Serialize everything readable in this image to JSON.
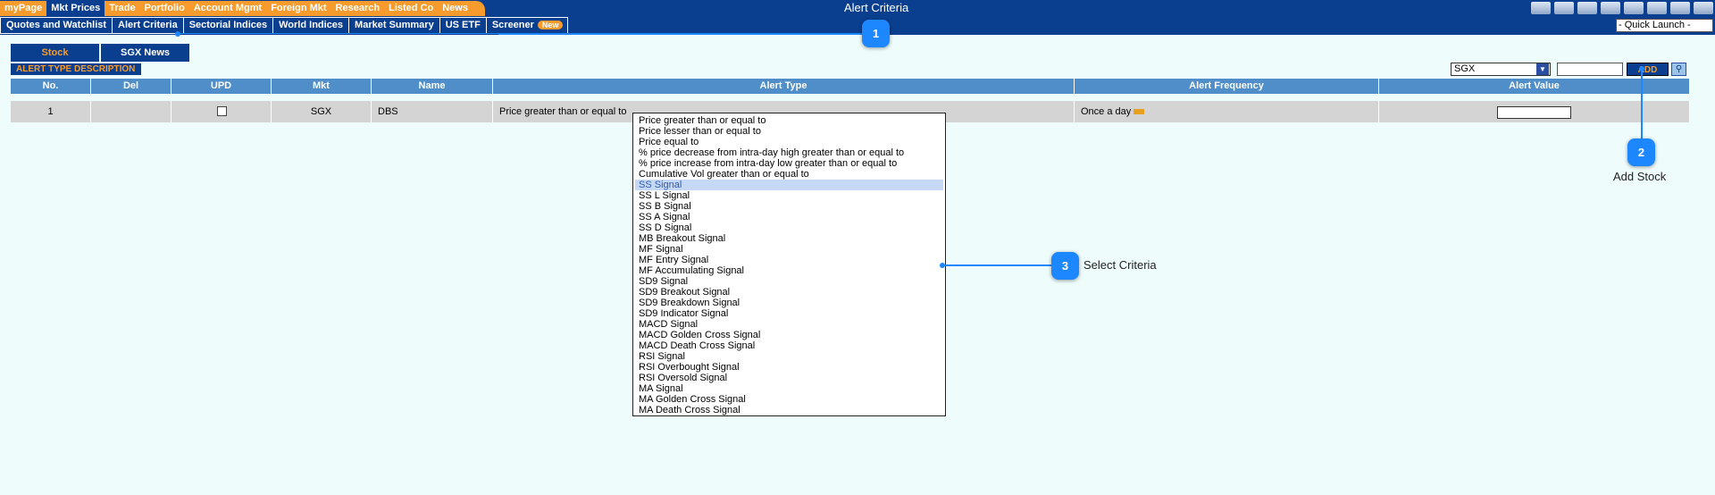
{
  "window_title": "Alert Criteria",
  "top_nav": [
    "myPage",
    "Mkt Prices",
    "Trade",
    "Portfolio",
    "Account Mgmt",
    "Foreign Mkt",
    "Research",
    "Listed Co",
    "News"
  ],
  "top_nav_active": 1,
  "sub_nav": [
    "Quotes and Watchlist",
    "Alert Criteria",
    "Sectorial Indices",
    "World Indices",
    "Market Summary",
    "US ETF",
    "Screener"
  ],
  "sub_nav_active": 1,
  "screener_badge": "New",
  "quick_launch": "- Quick Launch -",
  "tabs": {
    "stock": "Stock",
    "sgx_news": "SGX News"
  },
  "alert_type_description": "ALERT TYPE DESCRIPTION",
  "controls": {
    "market_select": "SGX",
    "add_label": "ADD"
  },
  "table": {
    "headers": [
      "No.",
      "Del",
      "UPD",
      "Mkt",
      "Name",
      "Alert Type",
      "Alert Frequency",
      "Alert Value"
    ],
    "row": {
      "no": "1",
      "mkt": "SGX",
      "name": "DBS",
      "alert_type": "Price greater than or equal to",
      "frequency": "Once a day"
    }
  },
  "dropdown_options": [
    "Price greater than or equal to",
    "Price lesser than or equal to",
    "Price equal to",
    "% price decrease from intra-day high greater than or equal to",
    "% price increase from intra-day low greater than or equal to",
    "Cumulative Vol greater than or equal to",
    "SS Signal",
    "SS L Signal",
    "SS B Signal",
    "SS A Signal",
    "SS D Signal",
    "MB Breakout Signal",
    "MF Signal",
    "MF Entry Signal",
    "MF Accumulating Signal",
    "SD9 Signal",
    "SD9 Breakout Signal",
    "SD9 Breakdown Signal",
    "SD9 Indicator Signal",
    "MACD Signal",
    "MACD Golden Cross Signal",
    "MACD Death Cross Signal",
    "RSI Signal",
    "RSI Overbought Signal",
    "RSI Oversold Signal",
    "MA Signal",
    "MA Golden Cross Signal",
    "MA Death Cross Signal"
  ],
  "dropdown_selected": 6,
  "callouts": [
    {
      "number": "1",
      "label": ""
    },
    {
      "number": "2",
      "label": "Add Stock"
    },
    {
      "number": "3",
      "label": "Select Criteria"
    }
  ],
  "colors": {
    "nav_blue": "#0a3f8f",
    "accent_orange": "#f79b2c",
    "callout_blue": "#1d87ff",
    "header_blue": "#4f8ec9"
  }
}
